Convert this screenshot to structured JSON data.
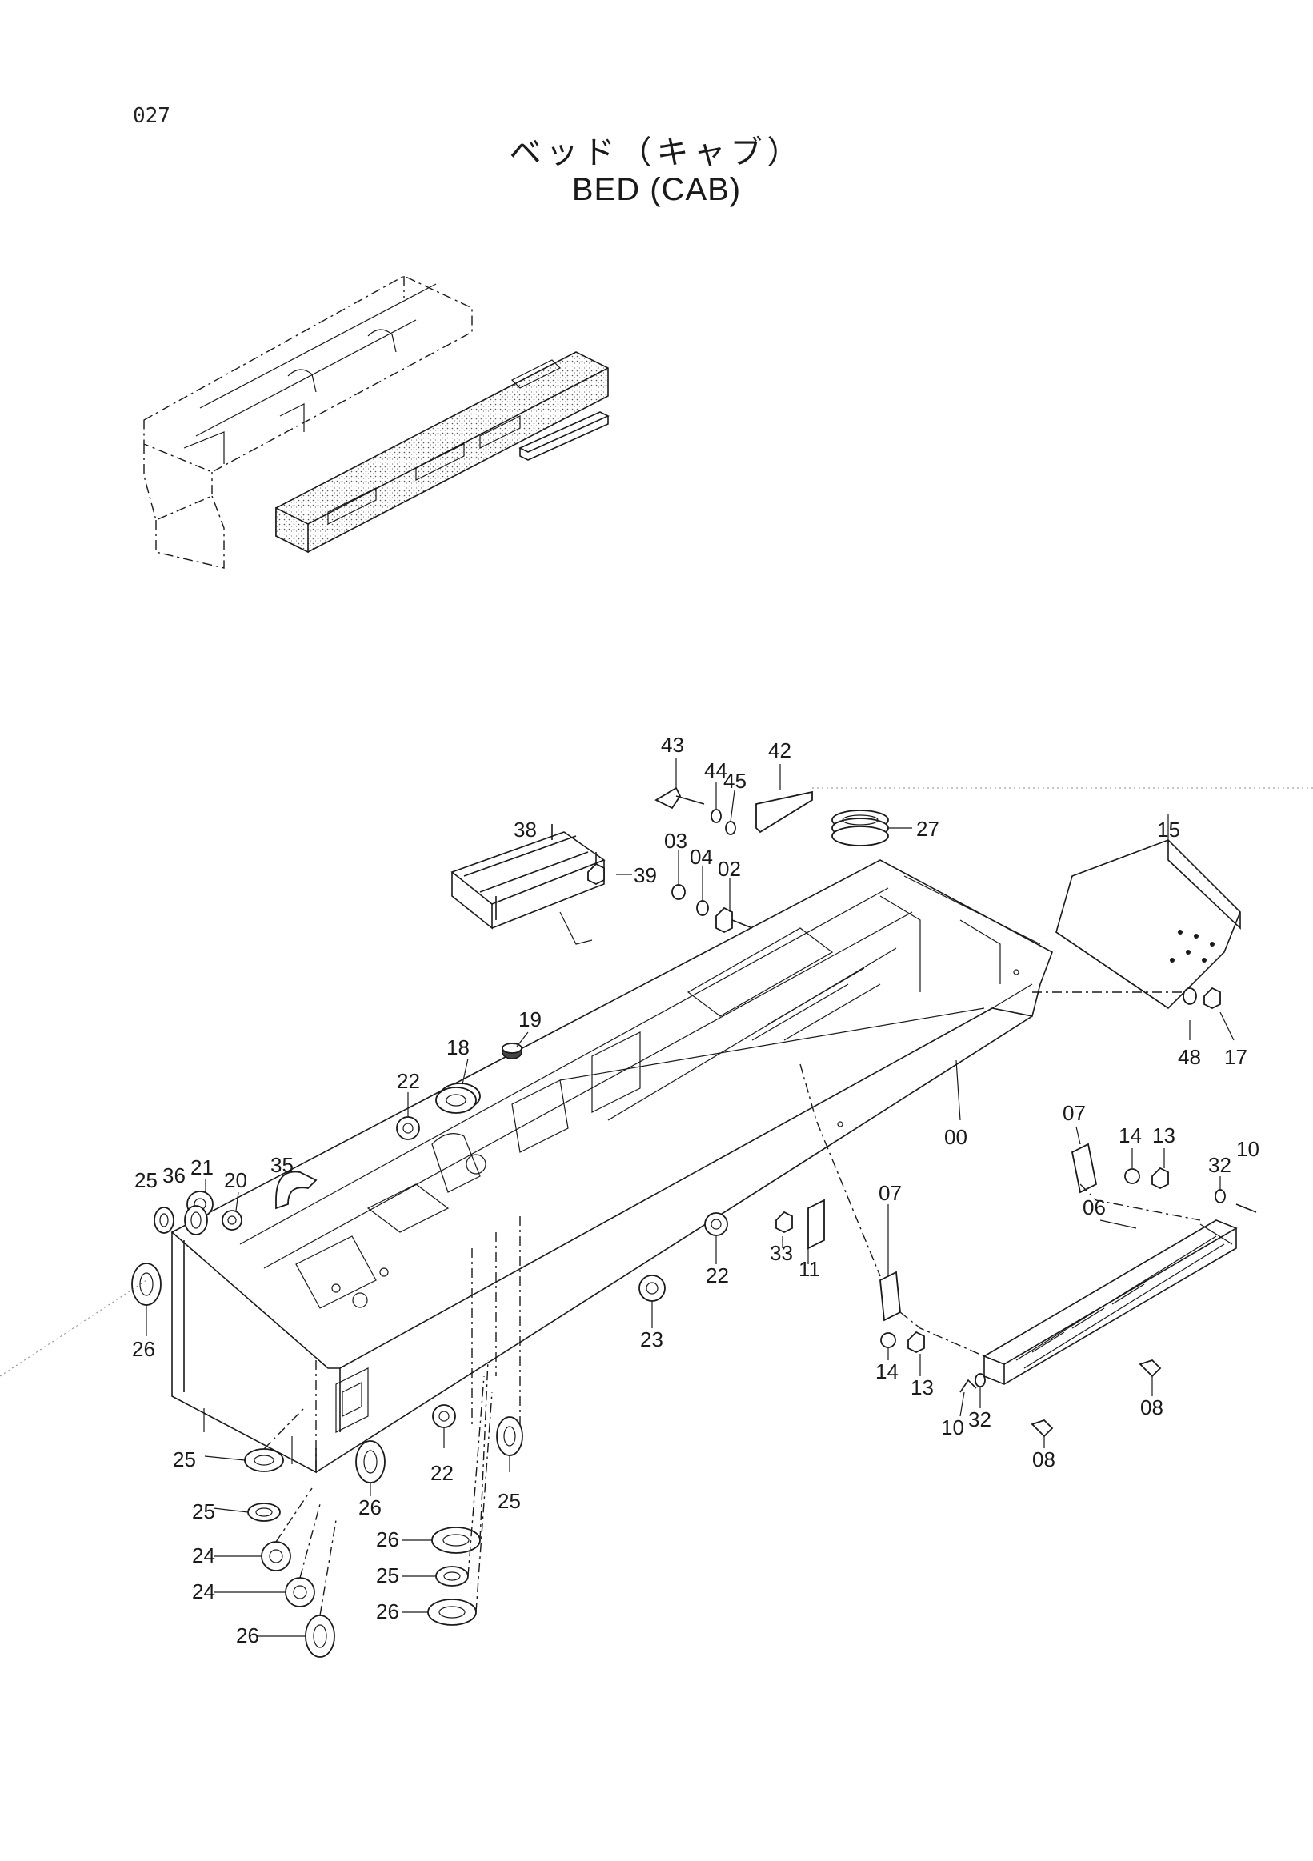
{
  "page_number": "027",
  "title_jp": "ベッド（キャブ）",
  "title_en": "BED (CAB)",
  "callouts": [
    {
      "id": "c43",
      "label": "43"
    },
    {
      "id": "c44",
      "label": "44"
    },
    {
      "id": "c45",
      "label": "45"
    },
    {
      "id": "c42",
      "label": "42"
    },
    {
      "id": "c27",
      "label": "27"
    },
    {
      "id": "c15",
      "label": "15"
    },
    {
      "id": "c38",
      "label": "38"
    },
    {
      "id": "c03",
      "label": "03"
    },
    {
      "id": "c04",
      "label": "04"
    },
    {
      "id": "c02",
      "label": "02"
    },
    {
      "id": "c39",
      "label": "39"
    },
    {
      "id": "c19",
      "label": "19"
    },
    {
      "id": "c18",
      "label": "18"
    },
    {
      "id": "c22a",
      "label": "22"
    },
    {
      "id": "c48",
      "label": "48"
    },
    {
      "id": "c17",
      "label": "17"
    },
    {
      "id": "c00",
      "label": "00"
    },
    {
      "id": "c07a",
      "label": "07"
    },
    {
      "id": "c14a",
      "label": "14"
    },
    {
      "id": "c13a",
      "label": "13"
    },
    {
      "id": "c32a",
      "label": "32"
    },
    {
      "id": "c10a",
      "label": "10"
    },
    {
      "id": "c21",
      "label": "21"
    },
    {
      "id": "c35",
      "label": "35"
    },
    {
      "id": "c25a",
      "label": "25"
    },
    {
      "id": "c36",
      "label": "36"
    },
    {
      "id": "c20",
      "label": "20"
    },
    {
      "id": "c06",
      "label": "06"
    },
    {
      "id": "c07b",
      "label": "07"
    },
    {
      "id": "c33",
      "label": "33"
    },
    {
      "id": "c11",
      "label": "11"
    },
    {
      "id": "c22b",
      "label": "22"
    },
    {
      "id": "c23",
      "label": "23"
    },
    {
      "id": "c26a",
      "label": "26"
    },
    {
      "id": "c14b",
      "label": "14"
    },
    {
      "id": "c13b",
      "label": "13"
    },
    {
      "id": "c32b",
      "label": "32"
    },
    {
      "id": "c10b",
      "label": "10"
    },
    {
      "id": "c08a",
      "label": "08"
    },
    {
      "id": "c08b",
      "label": "08"
    },
    {
      "id": "c25b",
      "label": "25"
    },
    {
      "id": "c22c",
      "label": "22"
    },
    {
      "id": "c25c",
      "label": "25"
    },
    {
      "id": "c25d",
      "label": "25"
    },
    {
      "id": "c26b",
      "label": "26"
    },
    {
      "id": "c24a",
      "label": "24"
    },
    {
      "id": "c26c",
      "label": "26"
    },
    {
      "id": "c24b",
      "label": "24"
    },
    {
      "id": "c25e",
      "label": "25"
    },
    {
      "id": "c26d",
      "label": "26"
    },
    {
      "id": "c26e",
      "label": "26"
    }
  ]
}
